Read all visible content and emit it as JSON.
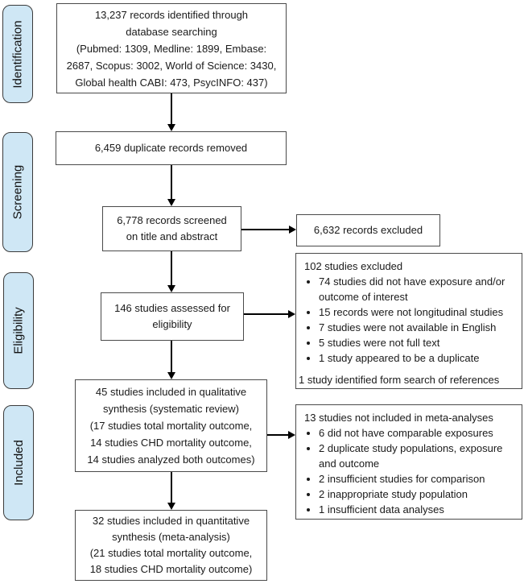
{
  "colors": {
    "stage_fill": "#cfe7f5",
    "stage_border": "#3b3b3b",
    "box_border": "#4a4a4a",
    "arrow": "#000000"
  },
  "sidebar": {
    "stages": [
      {
        "label": "Identification"
      },
      {
        "label": "Screening"
      },
      {
        "label": "Eligibility"
      },
      {
        "label": "Included"
      }
    ]
  },
  "flow": {
    "identified": {
      "lines": [
        "13,237 records identified through",
        "database searching",
        "(Pubmed: 1309, Medline: 1899, Embase:",
        "2687, Scopus: 3002, World of Science: 3430,",
        "Global health CABI: 473, PsycINFO: 437)"
      ]
    },
    "duplicates_removed": {
      "text": "6,459 duplicate records removed"
    },
    "screened": {
      "lines": [
        "6,778 records screened",
        "on title and abstract"
      ]
    },
    "assessed": {
      "lines": [
        "146 studies assessed for",
        "eligibility"
      ]
    },
    "qualitative": {
      "lines": [
        "45 studies included in qualitative",
        "synthesis (systematic review)",
        "(17 studies total mortality outcome,",
        "14 studies CHD mortality outcome,",
        "14 studies analyzed both outcomes)"
      ]
    },
    "quantitative": {
      "lines": [
        "32 studies included in quantitative",
        "synthesis (meta-analysis)",
        "(21 studies total mortality outcome,",
        "18 studies CHD mortality outcome)"
      ]
    },
    "records_excluded": {
      "text": "6,632 records excluded"
    },
    "studies_excluded": {
      "title": "102 studies excluded",
      "bullets": [
        "74 studies did not have exposure and/or outcome of interest",
        "15 records were not longitudinal studies",
        "7 studies were not available in English",
        "5 studies were not full text",
        "1 study appeared to be a duplicate"
      ],
      "footer": "1 study identified form search of references"
    },
    "not_in_meta": {
      "title": "13 studies not included in meta-analyses",
      "bullets": [
        "6 did not have comparable exposures",
        "2 duplicate study populations, exposure and outcome",
        "2 insufficient studies for comparison",
        "2 inappropriate study population",
        "1 insufficient data analyses"
      ]
    }
  }
}
